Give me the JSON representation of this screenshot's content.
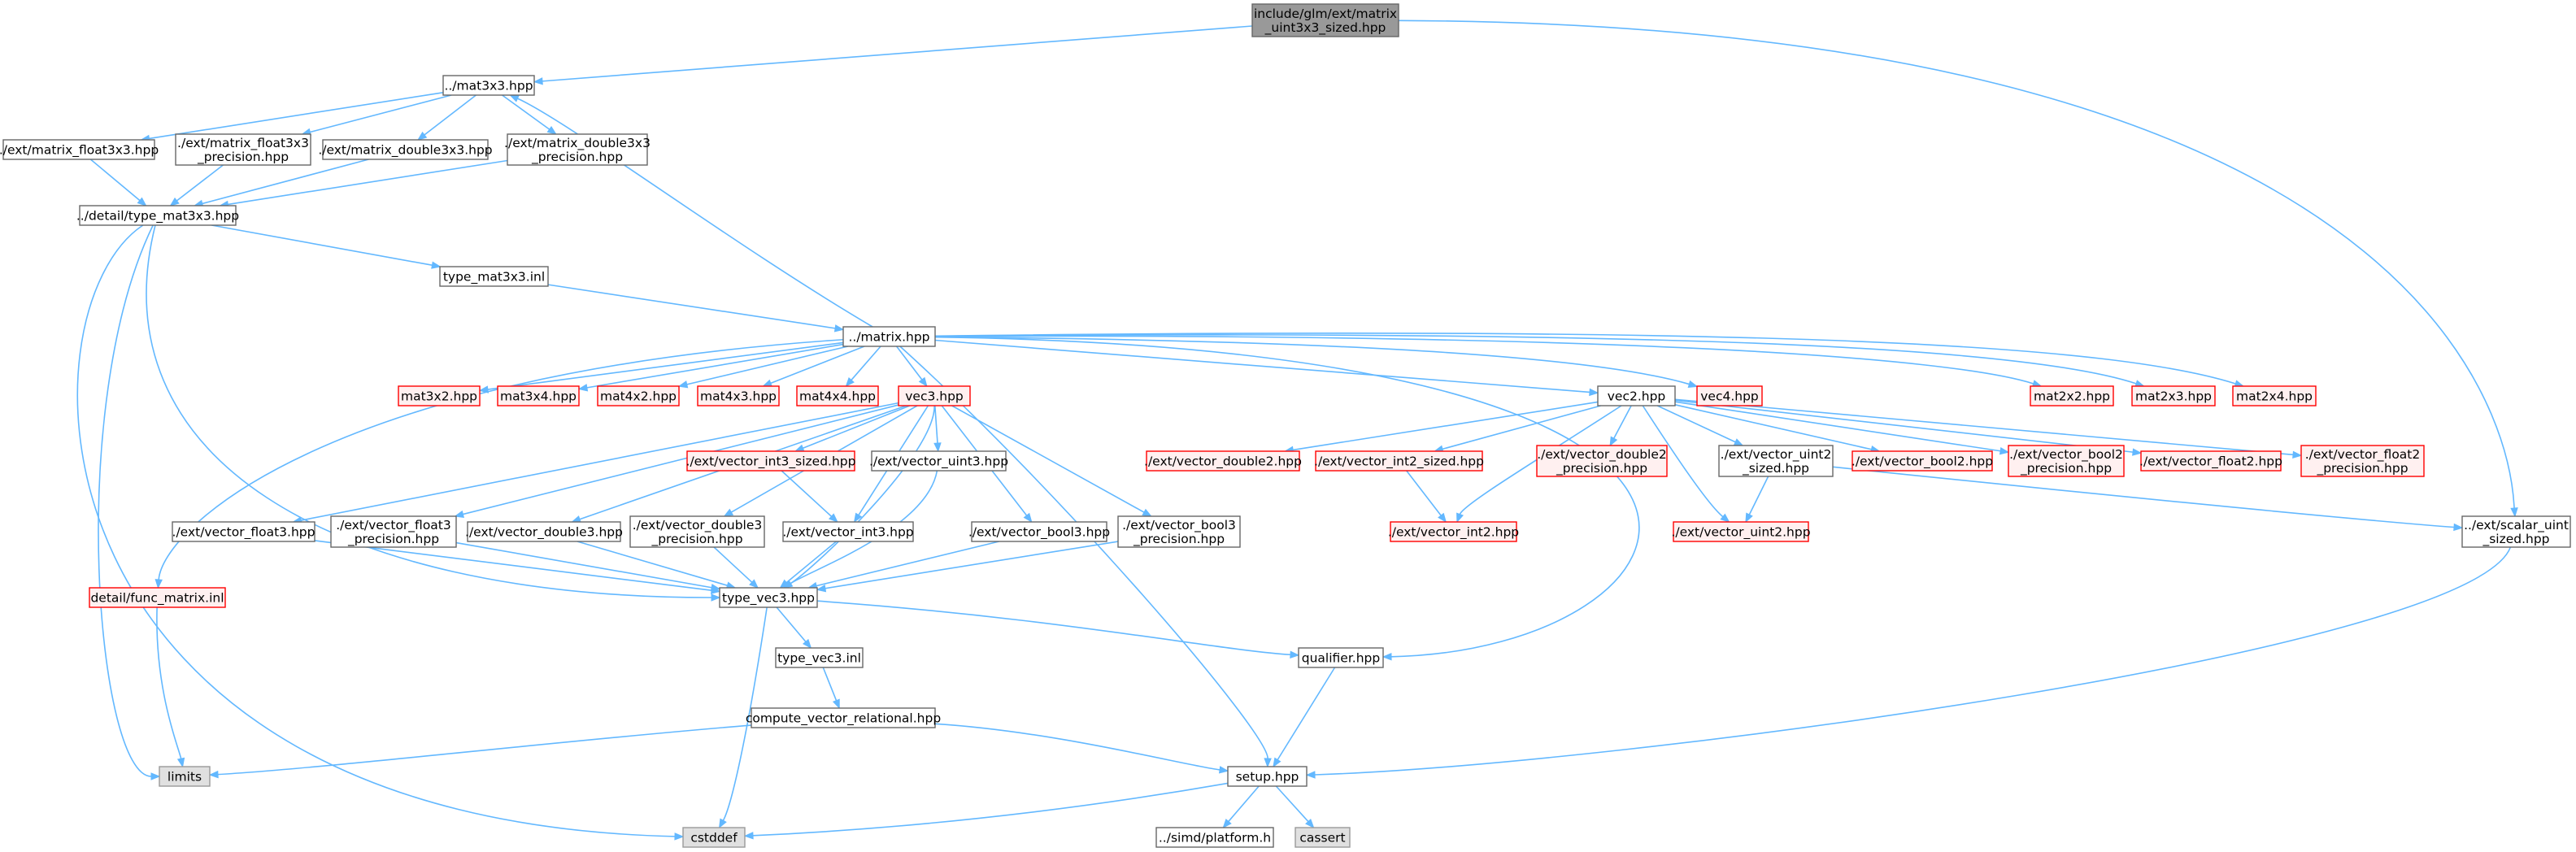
{
  "colors": {
    "edge": "#63b8ff",
    "root_fill": "#999999",
    "root_border": "#666666",
    "normal_border": "#666666",
    "normal_fill": "#ffffff",
    "missing_border": "#ff0000",
    "missing_fill": "#fff0f0",
    "system_fill": "#e0e0e0",
    "system_border": "#999999"
  },
  "nodes": [
    {
      "id": "root",
      "lines": [
        "include/glm/ext/matrix",
        "_uint3x3_sized.hpp"
      ],
      "kind": "root"
    },
    {
      "id": "mat3x3",
      "lines": [
        "../mat3x3.hpp"
      ],
      "kind": "normal"
    },
    {
      "id": "ext_matrix_float3x3",
      "lines": [
        "./ext/matrix_float3x3.hpp"
      ],
      "kind": "normal"
    },
    {
      "id": "ext_matrix_float3x3_precision",
      "lines": [
        "./ext/matrix_float3x3",
        "_precision.hpp"
      ],
      "kind": "normal"
    },
    {
      "id": "ext_matrix_double3x3",
      "lines": [
        "./ext/matrix_double3x3.hpp"
      ],
      "kind": "normal"
    },
    {
      "id": "ext_matrix_double3x3_precision",
      "lines": [
        "./ext/matrix_double3x3",
        "_precision.hpp"
      ],
      "kind": "normal"
    },
    {
      "id": "type_mat3x3",
      "lines": [
        "../detail/type_mat3x3.hpp"
      ],
      "kind": "normal"
    },
    {
      "id": "type_mat3x3_inl",
      "lines": [
        "type_mat3x3.inl"
      ],
      "kind": "normal"
    },
    {
      "id": "matrix",
      "lines": [
        "../matrix.hpp"
      ],
      "kind": "normal"
    },
    {
      "id": "mat3x2",
      "lines": [
        "mat3x2.hpp"
      ],
      "kind": "missing"
    },
    {
      "id": "mat3x4",
      "lines": [
        "mat3x4.hpp"
      ],
      "kind": "missing"
    },
    {
      "id": "mat4x2",
      "lines": [
        "mat4x2.hpp"
      ],
      "kind": "missing"
    },
    {
      "id": "mat4x3",
      "lines": [
        "mat4x3.hpp"
      ],
      "kind": "missing"
    },
    {
      "id": "mat4x4",
      "lines": [
        "mat4x4.hpp"
      ],
      "kind": "missing"
    },
    {
      "id": "vec3",
      "lines": [
        "vec3.hpp"
      ],
      "kind": "missing"
    },
    {
      "id": "vec2",
      "lines": [
        "vec2.hpp"
      ],
      "kind": "normal"
    },
    {
      "id": "vec4",
      "lines": [
        "vec4.hpp"
      ],
      "kind": "missing"
    },
    {
      "id": "mat2x2",
      "lines": [
        "mat2x2.hpp"
      ],
      "kind": "missing"
    },
    {
      "id": "mat2x3",
      "lines": [
        "mat2x3.hpp"
      ],
      "kind": "missing"
    },
    {
      "id": "mat2x4",
      "lines": [
        "mat2x4.hpp"
      ],
      "kind": "missing"
    },
    {
      "id": "vector_int3_sized",
      "lines": [
        "./ext/vector_int3_sized.hpp"
      ],
      "kind": "missing"
    },
    {
      "id": "vector_uint3",
      "lines": [
        "./ext/vector_uint3.hpp"
      ],
      "kind": "normal"
    },
    {
      "id": "vector_double2",
      "lines": [
        "./ext/vector_double2.hpp"
      ],
      "kind": "missing"
    },
    {
      "id": "vector_int2_sized",
      "lines": [
        "./ext/vector_int2_sized.hpp"
      ],
      "kind": "missing"
    },
    {
      "id": "vector_double2_precision",
      "lines": [
        "./ext/vector_double2",
        "_precision.hpp"
      ],
      "kind": "missing"
    },
    {
      "id": "vector_uint2_sized",
      "lines": [
        "./ext/vector_uint2",
        "_sized.hpp"
      ],
      "kind": "normal"
    },
    {
      "id": "vector_bool2",
      "lines": [
        "./ext/vector_bool2.hpp"
      ],
      "kind": "missing"
    },
    {
      "id": "vector_bool2_precision",
      "lines": [
        "./ext/vector_bool2",
        "_precision.hpp"
      ],
      "kind": "missing"
    },
    {
      "id": "vector_float2",
      "lines": [
        "./ext/vector_float2.hpp"
      ],
      "kind": "missing"
    },
    {
      "id": "vector_float2_precision",
      "lines": [
        "./ext/vector_float2",
        "_precision.hpp"
      ],
      "kind": "missing"
    },
    {
      "id": "vector_float3",
      "lines": [
        "./ext/vector_float3.hpp"
      ],
      "kind": "normal"
    },
    {
      "id": "vector_float3_precision",
      "lines": [
        "./ext/vector_float3",
        "_precision.hpp"
      ],
      "kind": "normal"
    },
    {
      "id": "vector_double3",
      "lines": [
        "./ext/vector_double3.hpp"
      ],
      "kind": "normal"
    },
    {
      "id": "vector_double3_precision",
      "lines": [
        "./ext/vector_double3",
        "_precision.hpp"
      ],
      "kind": "normal"
    },
    {
      "id": "vector_int3",
      "lines": [
        "./ext/vector_int3.hpp"
      ],
      "kind": "normal"
    },
    {
      "id": "vector_bool3",
      "lines": [
        "./ext/vector_bool3.hpp"
      ],
      "kind": "normal"
    },
    {
      "id": "vector_bool3_precision",
      "lines": [
        "./ext/vector_bool3",
        "_precision.hpp"
      ],
      "kind": "normal"
    },
    {
      "id": "vector_int2",
      "lines": [
        "./ext/vector_int2.hpp"
      ],
      "kind": "missing"
    },
    {
      "id": "vector_uint2",
      "lines": [
        "./ext/vector_uint2.hpp"
      ],
      "kind": "missing"
    },
    {
      "id": "scalar_uint_sized",
      "lines": [
        "../ext/scalar_uint",
        "_sized.hpp"
      ],
      "kind": "normal"
    },
    {
      "id": "func_matrix",
      "lines": [
        "detail/func_matrix.inl"
      ],
      "kind": "missing"
    },
    {
      "id": "type_vec3",
      "lines": [
        "type_vec3.hpp"
      ],
      "kind": "normal"
    },
    {
      "id": "qualifier",
      "lines": [
        "qualifier.hpp"
      ],
      "kind": "normal"
    },
    {
      "id": "type_vec3_inl",
      "lines": [
        "type_vec3.inl"
      ],
      "kind": "normal"
    },
    {
      "id": "compute_vector_relational",
      "lines": [
        "compute_vector_relational.hpp"
      ],
      "kind": "normal"
    },
    {
      "id": "limits",
      "lines": [
        "limits"
      ],
      "kind": "system"
    },
    {
      "id": "setup",
      "lines": [
        "setup.hpp"
      ],
      "kind": "normal"
    },
    {
      "id": "cstddef",
      "lines": [
        "cstddef"
      ],
      "kind": "system"
    },
    {
      "id": "platform",
      "lines": [
        "../simd/platform.h"
      ],
      "kind": "normal"
    },
    {
      "id": "cassert",
      "lines": [
        "cassert"
      ],
      "kind": "system"
    }
  ],
  "edges": [
    [
      "root",
      "mat3x3"
    ],
    [
      "root",
      "scalar_uint_sized"
    ],
    [
      "mat3x3",
      "ext_matrix_float3x3"
    ],
    [
      "mat3x3",
      "ext_matrix_float3x3_precision"
    ],
    [
      "mat3x3",
      "ext_matrix_double3x3"
    ],
    [
      "mat3x3",
      "ext_matrix_double3x3_precision"
    ],
    [
      "ext_matrix_float3x3",
      "type_mat3x3"
    ],
    [
      "ext_matrix_float3x3_precision",
      "type_mat3x3"
    ],
    [
      "ext_matrix_double3x3",
      "type_mat3x3"
    ],
    [
      "ext_matrix_double3x3_precision",
      "type_mat3x3"
    ],
    [
      "type_mat3x3",
      "type_mat3x3_inl"
    ],
    [
      "type_mat3x3",
      "limits"
    ],
    [
      "type_mat3x3",
      "cstddef"
    ],
    [
      "type_mat3x3",
      "type_vec3"
    ],
    [
      "type_mat3x3_inl",
      "matrix"
    ],
    [
      "matrix",
      "mat3x3"
    ],
    [
      "matrix",
      "mat3x2"
    ],
    [
      "matrix",
      "mat3x4"
    ],
    [
      "matrix",
      "mat4x2"
    ],
    [
      "matrix",
      "mat4x3"
    ],
    [
      "matrix",
      "mat4x4"
    ],
    [
      "matrix",
      "vec3"
    ],
    [
      "matrix",
      "vec2"
    ],
    [
      "matrix",
      "vec4"
    ],
    [
      "matrix",
      "mat2x2"
    ],
    [
      "matrix",
      "mat2x3"
    ],
    [
      "matrix",
      "mat2x4"
    ],
    [
      "matrix",
      "func_matrix"
    ],
    [
      "matrix",
      "setup"
    ],
    [
      "matrix",
      "qualifier"
    ],
    [
      "vec3",
      "vector_int3_sized"
    ],
    [
      "vec3",
      "vector_uint3"
    ],
    [
      "vec3",
      "vector_float3"
    ],
    [
      "vec3",
      "vector_float3_precision"
    ],
    [
      "vec3",
      "vector_double3"
    ],
    [
      "vec3",
      "vector_double3_precision"
    ],
    [
      "vec3",
      "vector_int3"
    ],
    [
      "vec3",
      "vector_bool3"
    ],
    [
      "vec3",
      "vector_bool3_precision"
    ],
    [
      "vec3",
      "type_vec3"
    ],
    [
      "vec2",
      "vector_double2"
    ],
    [
      "vec2",
      "vector_int2_sized"
    ],
    [
      "vec2",
      "vector_double2_precision"
    ],
    [
      "vec2",
      "vector_uint2_sized"
    ],
    [
      "vec2",
      "vector_bool2"
    ],
    [
      "vec2",
      "vector_bool2_precision"
    ],
    [
      "vec2",
      "vector_float2"
    ],
    [
      "vec2",
      "vector_float2_precision"
    ],
    [
      "vec2",
      "vector_int2"
    ],
    [
      "vec2",
      "vector_uint2"
    ],
    [
      "vector_int3_sized",
      "vector_int3"
    ],
    [
      "vector_int2_sized",
      "vector_int2"
    ],
    [
      "vector_uint2_sized",
      "vector_uint2"
    ],
    [
      "vector_uint2_sized",
      "scalar_uint_sized"
    ],
    [
      "vector_uint3",
      "type_vec3"
    ],
    [
      "vector_float3",
      "type_vec3"
    ],
    [
      "vector_float3_precision",
      "type_vec3"
    ],
    [
      "vector_double3",
      "type_vec3"
    ],
    [
      "vector_double3_precision",
      "type_vec3"
    ],
    [
      "vector_int3",
      "type_vec3"
    ],
    [
      "vector_bool3",
      "type_vec3"
    ],
    [
      "vector_bool3_precision",
      "type_vec3"
    ],
    [
      "scalar_uint_sized",
      "setup"
    ],
    [
      "func_matrix",
      "limits"
    ],
    [
      "type_vec3",
      "type_vec3_inl"
    ],
    [
      "type_vec3",
      "qualifier"
    ],
    [
      "type_vec3",
      "cstddef"
    ],
    [
      "type_vec3_inl",
      "compute_vector_relational"
    ],
    [
      "compute_vector_relational",
      "limits"
    ],
    [
      "compute_vector_relational",
      "setup"
    ],
    [
      "qualifier",
      "setup"
    ],
    [
      "setup",
      "cstddef"
    ],
    [
      "setup",
      "platform"
    ],
    [
      "setup",
      "cassert"
    ]
  ]
}
